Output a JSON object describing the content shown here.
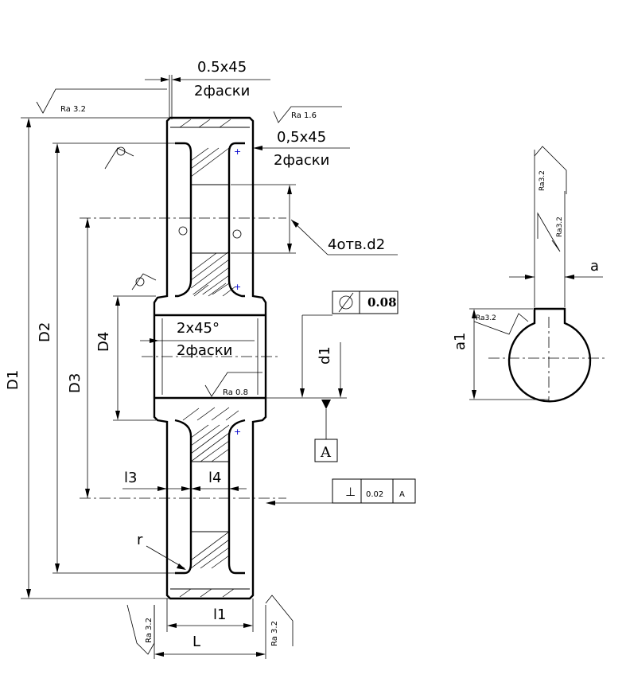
{
  "chamfer_top": {
    "size": "0.5x45",
    "count": "2фаски"
  },
  "chamfer_mid": {
    "size": "0,5x45",
    "count": "2фаски"
  },
  "chamfer_hub": {
    "size": "2x45°",
    "count": "2фаски"
  },
  "holes": {
    "label": "4отв.d2"
  },
  "roughness": {
    "rim_top": "Ra 3.2",
    "rim_right": "Ra 1.6",
    "bore": "Ra 0.8",
    "face_left": "Ra 3.2",
    "face_right": "Ra 3.2",
    "key_top1": "Ra3.2",
    "key_top2": "Ra3.2",
    "key_side": "Ra3.2"
  },
  "tolerance_runout": {
    "value": "0.08"
  },
  "tolerance_perp": {
    "symbol": "⊥",
    "value": "0.02",
    "datum": "A"
  },
  "datum": {
    "label": "A"
  },
  "dims": {
    "D1": "D1",
    "D2": "D2",
    "D3": "D3",
    "D4": "D4",
    "d1": "d1",
    "l1": "l1",
    "l3": "l3",
    "l4": "l4",
    "L": "L",
    "r": "r",
    "a": "a",
    "a1": "a1"
  },
  "colors": {
    "line": "#000000",
    "marker": "#0000cc"
  }
}
